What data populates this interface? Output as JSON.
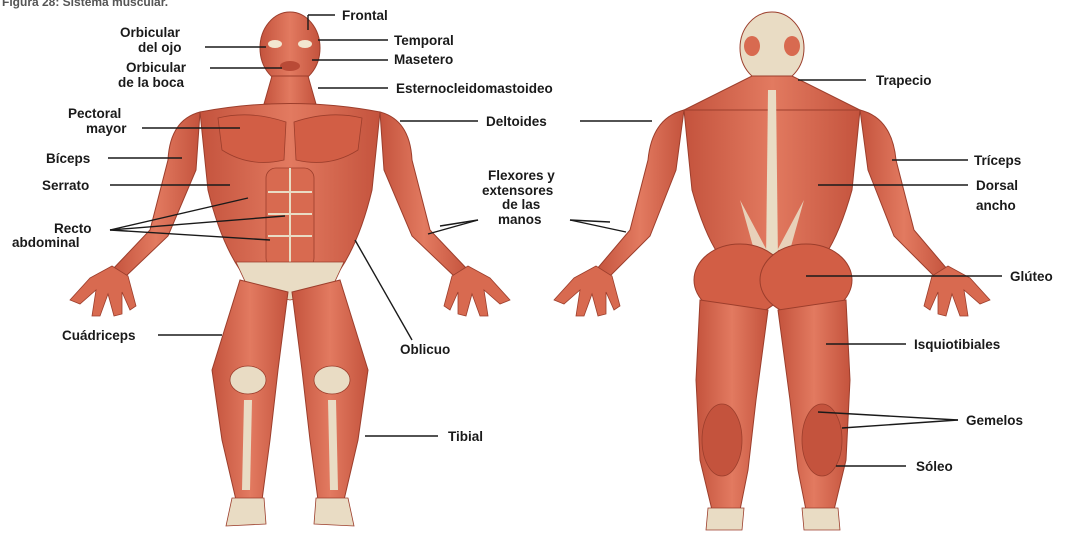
{
  "caption": "Figura 28: Sistema muscular.",
  "colors": {
    "muscle": "#d9664e",
    "muscle_dark": "#b94a36",
    "tendon": "#e9dcc4",
    "bone": "#d8c9a6",
    "line": "#1a1a1a"
  },
  "labels": {
    "frontal": "Frontal",
    "orbicular_ojo_1": "Orbicular",
    "orbicular_ojo_2": "del ojo",
    "temporal": "Temporal",
    "masetero": "Masetero",
    "orbicular_boca_1": "Orbicular",
    "orbicular_boca_2": "de la boca",
    "esternocleido": "Esternocleidomastoideo",
    "pectoral_1": "Pectoral",
    "pectoral_2": "mayor",
    "deltoides": "Deltoides",
    "biceps": "Bíceps",
    "serrato": "Serrato",
    "flexores_1": "Flexores y",
    "flexores_2": "extensores",
    "flexores_3": "de las",
    "flexores_4": "manos",
    "recto_1": "Recto",
    "recto_2": "abdominal",
    "cuadriceps": "Cuádriceps",
    "oblicuo": "Oblicuo",
    "tibial": "Tibial",
    "trapecio": "Trapecio",
    "triceps": "Tríceps",
    "dorsal_1": "Dorsal",
    "dorsal_2": "ancho",
    "gluteo": "Glúteo",
    "isquiotibiales": "Isquiotibiales",
    "gemelos": "Gemelos",
    "soleo": "Sóleo"
  }
}
